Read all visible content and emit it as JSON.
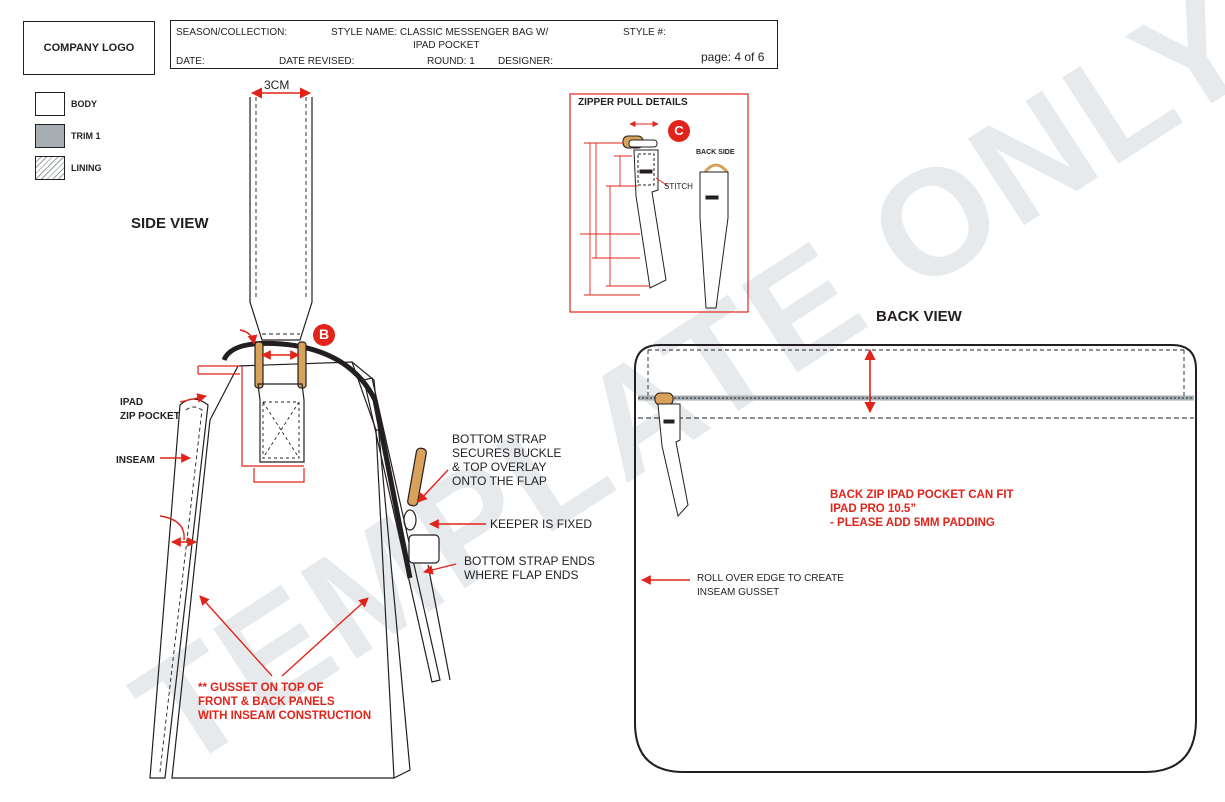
{
  "logo": "COMPANY LOGO",
  "header": {
    "season": "SEASON/COLLECTION:",
    "style_name_line1": "STYLE NAME: CLASSIC MESSENGER BAG W/",
    "style_name_line2": "IPAD POCKET",
    "style_no": "STYLE #:",
    "date": "DATE:",
    "date_revised": "DATE REVISED:",
    "round": "ROUND: 1",
    "designer": "DESIGNER:",
    "page": "page: 4 of 6"
  },
  "legend": [
    {
      "label": "BODY",
      "color": "#ffffff"
    },
    {
      "label": "TRIM 1",
      "color": "#a7aeb1"
    },
    {
      "label": "LINING",
      "color": "hatch"
    }
  ],
  "side_view": {
    "title": "SIDE VIEW",
    "strap_width": "3CM",
    "callout_b": "B",
    "ipad_label_1": "IPAD",
    "ipad_label_2": "ZIP POCKET",
    "inseam": "INSEAM",
    "bottom_strap_1": "BOTTOM STRAP",
    "bottom_strap_2": "SECURES BUCKLE",
    "bottom_strap_3": "& TOP OVERLAY",
    "bottom_strap_4": "ONTO THE FLAP",
    "keeper": "KEEPER IS FIXED",
    "strap_ends_1": "BOTTOM STRAP ENDS",
    "strap_ends_2": "WHERE FLAP ENDS",
    "gusset_1": "** GUSSET ON TOP OF",
    "gusset_2": "FRONT & BACK PANELS",
    "gusset_3": "WITH INSEAM CONSTRUCTION"
  },
  "zipper_detail": {
    "title": "ZIPPER PULL DETAILS",
    "callout_c": "C",
    "back_side": "BACK SIDE",
    "stitch": "STITCH"
  },
  "back_view": {
    "title": "BACK VIEW",
    "note_1": "BACK ZIP IPAD POCKET CAN FIT",
    "note_2": "IPAD PRO 10.5”",
    "note_3": "- PLEASE ADD 5MM PADDING",
    "roll_1": "ROLL OVER EDGE TO CREATE",
    "roll_2": "INSEAM GUSSET"
  },
  "watermark": "TEMPLATE ONLY",
  "colors": {
    "accent_red": "#e2231a",
    "leather_tan": "#d8a25b",
    "trim_gray": "#a7aeb1",
    "line": "#231f20",
    "watermark": "#d4d9dd"
  }
}
